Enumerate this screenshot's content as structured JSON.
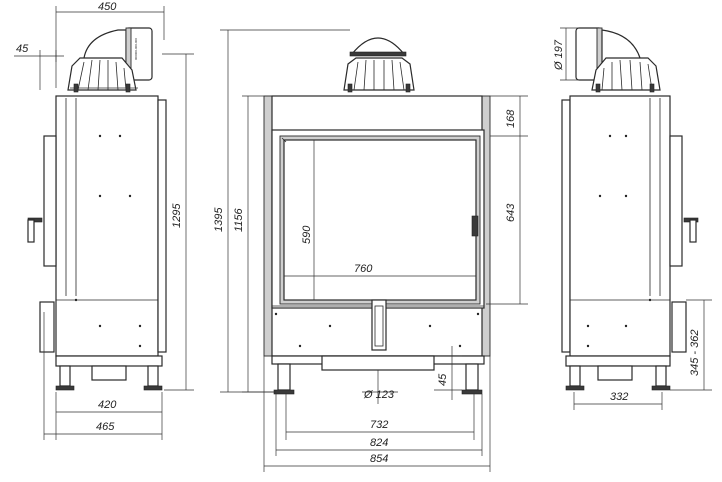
{
  "side_view_left": {
    "top_width": "450",
    "offset": "45",
    "total_height": "1295",
    "base_depth": "420",
    "total_depth": "465",
    "flue_text": "000000-000-000"
  },
  "front_view": {
    "overall_height": "1395",
    "body_height": "1156",
    "top_offset": "168",
    "door_height_outer": "643",
    "glass_height": "590",
    "glass_width": "760",
    "flue_diameter": "Ø 123",
    "leg_height": "45",
    "width_inner": "732",
    "width_mid": "824",
    "width_outer": "854"
  },
  "side_view_right": {
    "flue_diameter": "Ø 197",
    "leg_range": "345 - 362",
    "base_depth": "332"
  }
}
